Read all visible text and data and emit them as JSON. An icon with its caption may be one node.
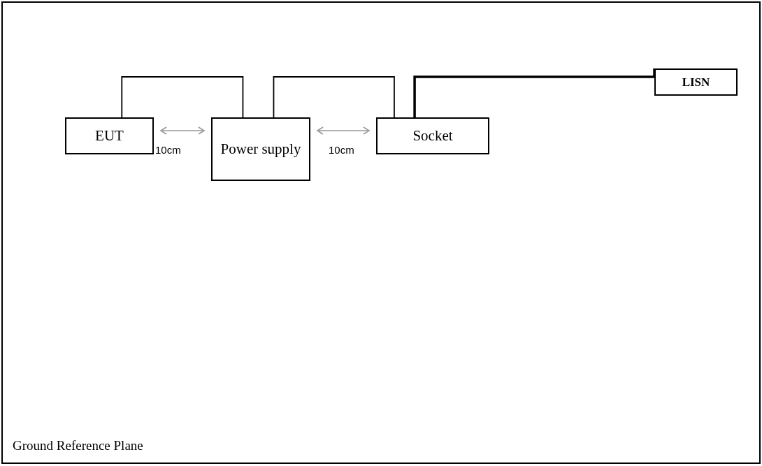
{
  "diagram": {
    "nodes": [
      {
        "text": [
          "Ground Reference Plane"
        ]
      },
      {
        "text": [
          "EUT"
        ],
        "in": 0
      },
      {
        "text": [
          "Power supply"
        ],
        "in": 0
      },
      {
        "text": [
          "Socket"
        ],
        "in": 0
      },
      {
        "text": [
          "LISN"
        ],
        "in": 0
      }
    ],
    "edges": [
      {
        "from": 1,
        "to": 2,
        "arrow": "none"
      },
      {
        "from": 2,
        "to": 3,
        "arrow": "none"
      },
      {
        "from": 3,
        "to": 4,
        "arrow": "none",
        "style": "thick"
      }
    ],
    "labels": [
      "10cm",
      "10cm"
    ]
  }
}
